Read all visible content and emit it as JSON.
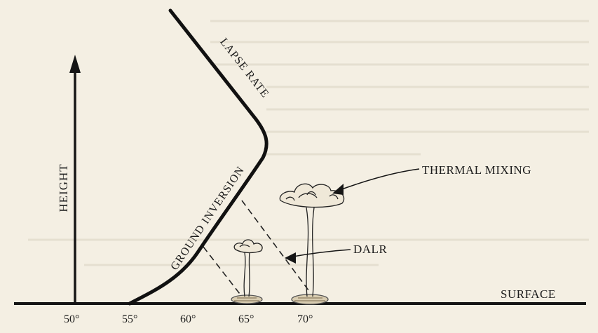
{
  "diagram": {
    "axis_label": "HEIGHT",
    "curve_labels": {
      "upper": "LAPSE RATE",
      "lower": "GROUND INVERSION"
    },
    "annotations": {
      "mixing": "THERMAL MIXING",
      "dalr": "DALR",
      "ground": "SURFACE"
    },
    "temperature_ticks": [
      "50°",
      "55°",
      "60°",
      "65°",
      "70°"
    ]
  }
}
